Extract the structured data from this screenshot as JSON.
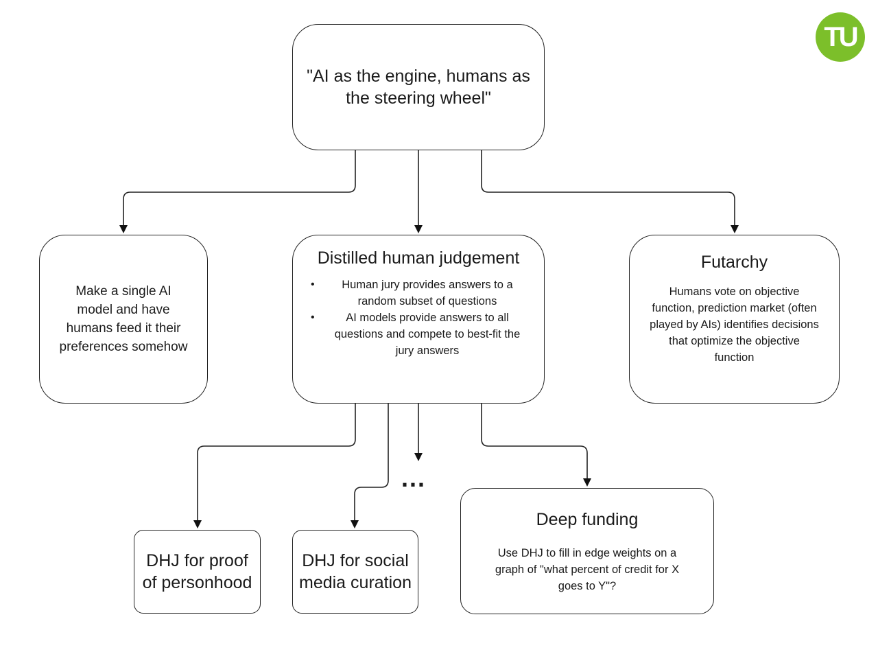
{
  "logo": {
    "text": "TU",
    "color": "#7cbf2a"
  },
  "root": {
    "text": "\"AI as the engine, humans as the steering wheel\""
  },
  "left": {
    "text": "Make a single AI model and have humans feed it their preferences somehow"
  },
  "dhj": {
    "title": "Distilled human judgement",
    "bullets": [
      "Human jury provides answers to a random subset of questions",
      "AI models provide answers to all questions and compete to best-fit the jury answers"
    ]
  },
  "futarchy": {
    "title": "Futarchy",
    "desc": "Humans vote on objective function, prediction market (often played by AIs) identifies decisions that optimize the objective function"
  },
  "ellipsis": "...",
  "pop": {
    "text": "DHJ for proof of personhood"
  },
  "social": {
    "text": "DHJ for social media curation"
  },
  "deep": {
    "title": "Deep funding",
    "desc": "Use DHJ to fill in edge weights on a graph of \"what percent of credit for X goes to Y\"?"
  }
}
